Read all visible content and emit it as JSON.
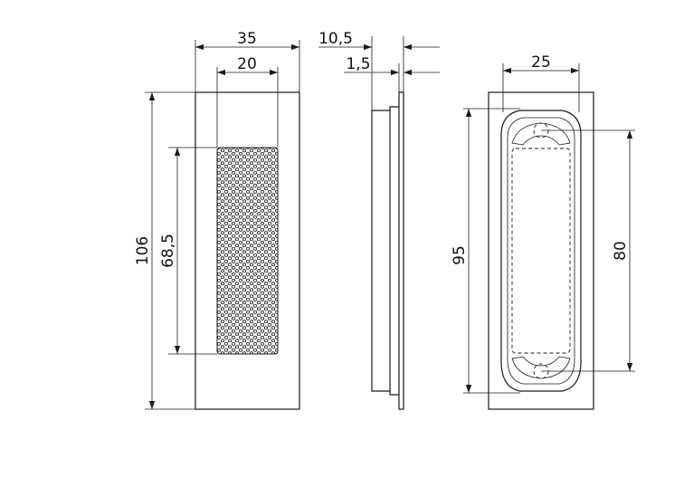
{
  "front_view": {
    "width_outer": "35",
    "width_inner": "20",
    "height_outer": "106",
    "height_inner": "68,5"
  },
  "side_view": {
    "depth_total": "10,5",
    "flange_thickness": "1,5"
  },
  "back_view": {
    "hole_spacing_width": "25",
    "overall_height": "95",
    "hole_spacing_height": "80"
  }
}
